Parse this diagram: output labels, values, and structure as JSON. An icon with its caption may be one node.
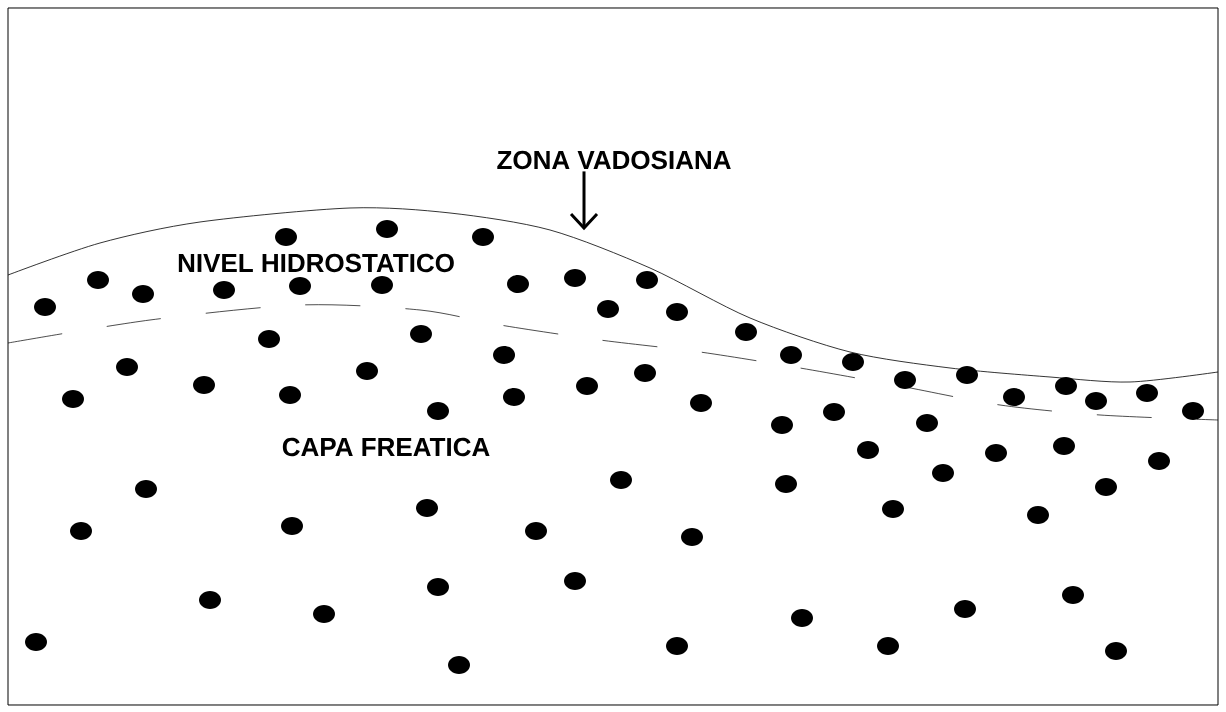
{
  "diagram": {
    "nodes": [
      {
        "text": [
          "ZONA VADOSIANA"
        ]
      },
      {
        "text": [],
        "shape": "line"
      }
    ],
    "edges": [
      {
        "from": 0,
        "to": 1,
        "arrow": "to"
      }
    ],
    "labels": [
      "NIVEL HIDROSTATICO",
      "CAPA FREATICA"
    ]
  }
}
